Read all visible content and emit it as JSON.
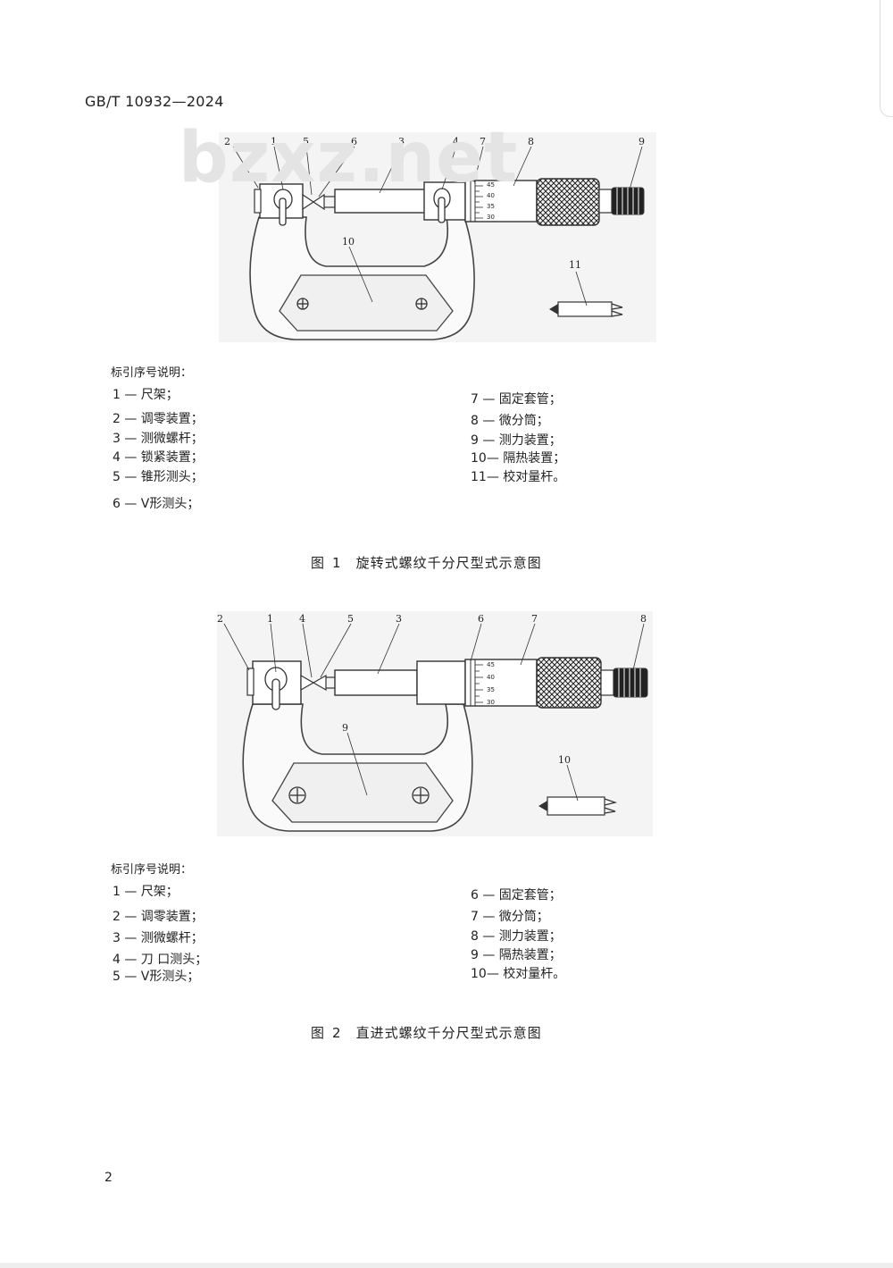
{
  "header": {
    "standard_no": "GB/T 10932—2024"
  },
  "watermark": "bzxz.net",
  "figure1": {
    "callouts": [
      "1",
      "2",
      "3",
      "4",
      "5",
      "6",
      "7",
      "8",
      "9",
      "10",
      "11"
    ],
    "scale": [
      "45",
      "40",
      "35",
      "30"
    ],
    "legend_title": "标引序号说明：",
    "legend": [
      "1 — 尺架；",
      "2 — 调零装置；",
      "3 — 测微螺杆；",
      "4 — 锁紧装置；",
      "5 — 锥形测头；",
      "6 — V形测头；",
      "7 — 固定套管；",
      "8 — 微分筒；",
      "9 — 测力装置；",
      "10— 隔热装置；",
      "11— 校对量杆。"
    ],
    "caption_prefix": "图",
    "caption_number": "1",
    "caption_text": "旋转式螺纹千分尺型式示意图"
  },
  "figure2": {
    "callouts": [
      "1",
      "2",
      "3",
      "4",
      "5",
      "6",
      "7",
      "8",
      "9",
      "10"
    ],
    "scale": [
      "45",
      "40",
      "35",
      "30"
    ],
    "legend_title": "标引序号说明：",
    "legend": [
      "1 — 尺架；",
      "2 — 调零装置；",
      "3 — 测微螺杆；",
      "4 — 刀 口测头；",
      "5 —  V形测头；",
      "6 — 固定套管；",
      "7 — 微分筒；",
      "8 — 测力装置；",
      "9 — 隔热装置；",
      "10— 校对量杆。"
    ],
    "caption_prefix": "图",
    "caption_number": "2",
    "caption_text": "直进式螺纹千分尺型式示意图"
  },
  "footer": {
    "page_number": "2"
  }
}
